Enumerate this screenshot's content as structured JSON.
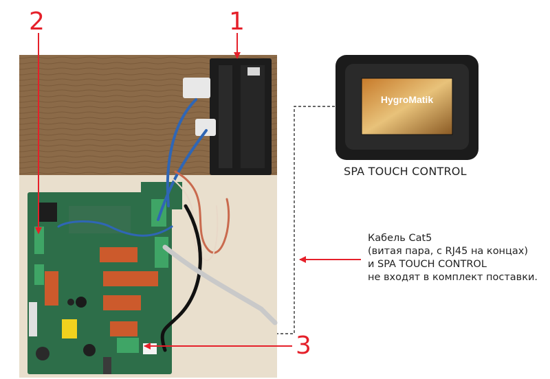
{
  "callouts": {
    "one": "1",
    "two": "2",
    "three": "3"
  },
  "device": {
    "label": "SPA TOUCH CONTROL",
    "screen_brand": "HygroMatik"
  },
  "note": {
    "line1": "Кабель Cat5",
    "line2": "(витая пара, с RJ45 на концах)",
    "line3": "и SPA TOUCH CONTROL",
    "line4": "не входят в комплект поставки."
  },
  "colors": {
    "callout": "#e5202a",
    "pcb": "#2d6e49",
    "wood": "#8a6a4a",
    "board_bg": "#e8dcc8"
  }
}
